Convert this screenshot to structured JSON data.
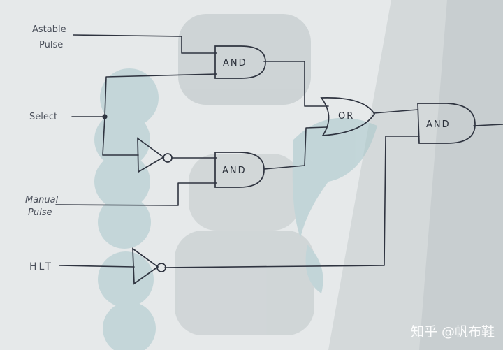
{
  "inputs": {
    "astable": [
      "Astable",
      "Pulse"
    ],
    "select": "Select",
    "manual": [
      "Manual",
      "Pulse"
    ],
    "hlt": "HLT"
  },
  "gates": {
    "and_top": "AND",
    "and_mid": "AND",
    "or": "OR",
    "and_out": "AND"
  },
  "watermark": "知乎 @帆布鞋",
  "colors": {
    "paper": "#e9ecec",
    "ink": "#2f3440",
    "print": "#9fc3c8"
  }
}
